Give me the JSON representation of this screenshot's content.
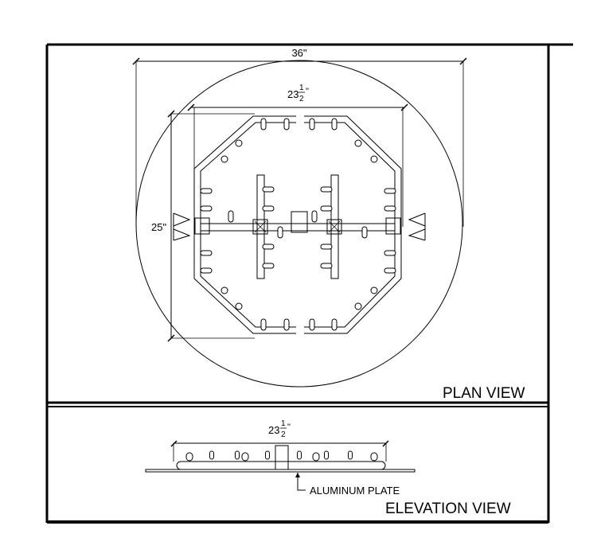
{
  "plan": {
    "title": "PLAN VIEW",
    "dim_overall": "36\"",
    "dim_width_whole": "23",
    "dim_width_num": "1",
    "dim_width_den": "2",
    "dim_width_inch": "\"",
    "dim_height": "25\""
  },
  "elevation": {
    "title": "ELEVATION VIEW",
    "dim_width_whole": "23",
    "dim_width_num": "1",
    "dim_width_den": "2",
    "dim_width_inch": "\"",
    "plate_label": "ALUMINUM PLATE"
  }
}
